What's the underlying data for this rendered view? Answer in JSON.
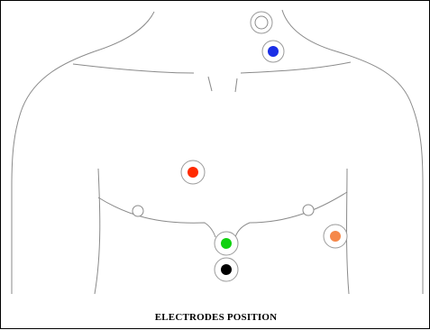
{
  "caption": "ELECTRODES POSITION",
  "electrodes": [
    {
      "name": "electrode-neck-top",
      "color": "#ffffff"
    },
    {
      "name": "electrode-neck-blue",
      "color": "#1a2ee6"
    },
    {
      "name": "electrode-chest-red",
      "color": "#ff2a00"
    },
    {
      "name": "electrode-left-small",
      "color": "#ffffff"
    },
    {
      "name": "electrode-right-small",
      "color": "#ffffff"
    },
    {
      "name": "electrode-orange",
      "color": "#f5884a"
    },
    {
      "name": "electrode-green",
      "color": "#0fd10f"
    },
    {
      "name": "electrode-black",
      "color": "#000000"
    }
  ]
}
